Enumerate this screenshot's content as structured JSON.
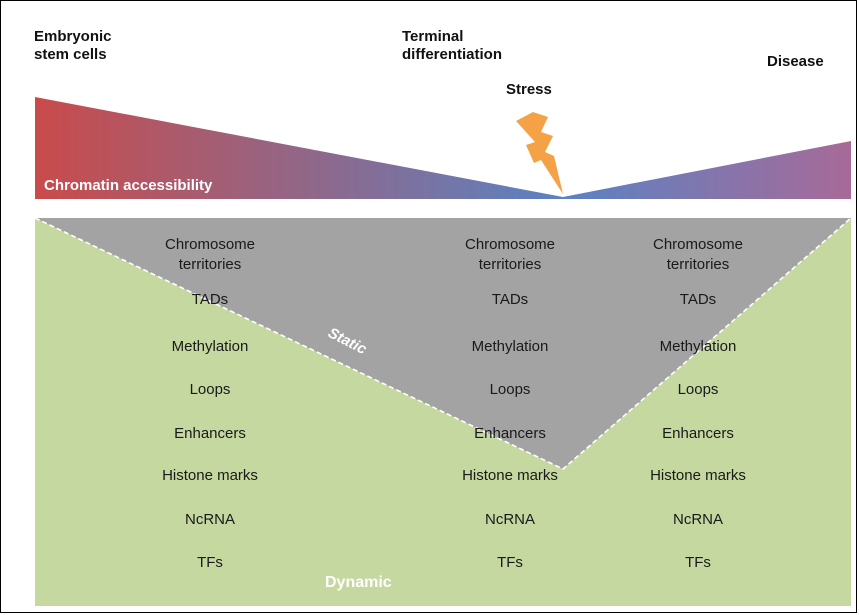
{
  "headings": {
    "embryonic": "Embryonic\nstem cells",
    "terminal": "Terminal\ndifferentiation",
    "stress": "Stress",
    "disease": "Disease"
  },
  "bands": {
    "accessibility": "Chromatin accessibility",
    "static": "Static",
    "dynamic": "Dynamic"
  },
  "features": [
    "Chromosome\nterritories",
    "TADs",
    "Methylation",
    "Loops",
    "Enhancers",
    "Histone marks",
    "NcRNA",
    "TFs"
  ],
  "colors": {
    "accessibility_left": "#c94b4b",
    "accessibility_mid": "#5b82c3",
    "accessibility_right": "#a76a98",
    "static_fill": "#a3a3a3",
    "dynamic_fill": "#c4d8a0",
    "stress_bolt": "#f4a245"
  },
  "icons": {
    "stress": "lightning-bolt-icon"
  }
}
